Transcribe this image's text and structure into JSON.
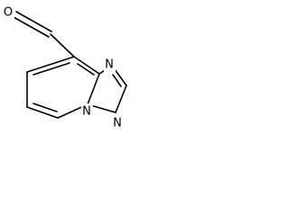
{
  "molecule": {
    "atoms": {
      "oxygen": "O",
      "n_bridge": "N",
      "n_upper": "N",
      "n_lower": "N"
    }
  }
}
